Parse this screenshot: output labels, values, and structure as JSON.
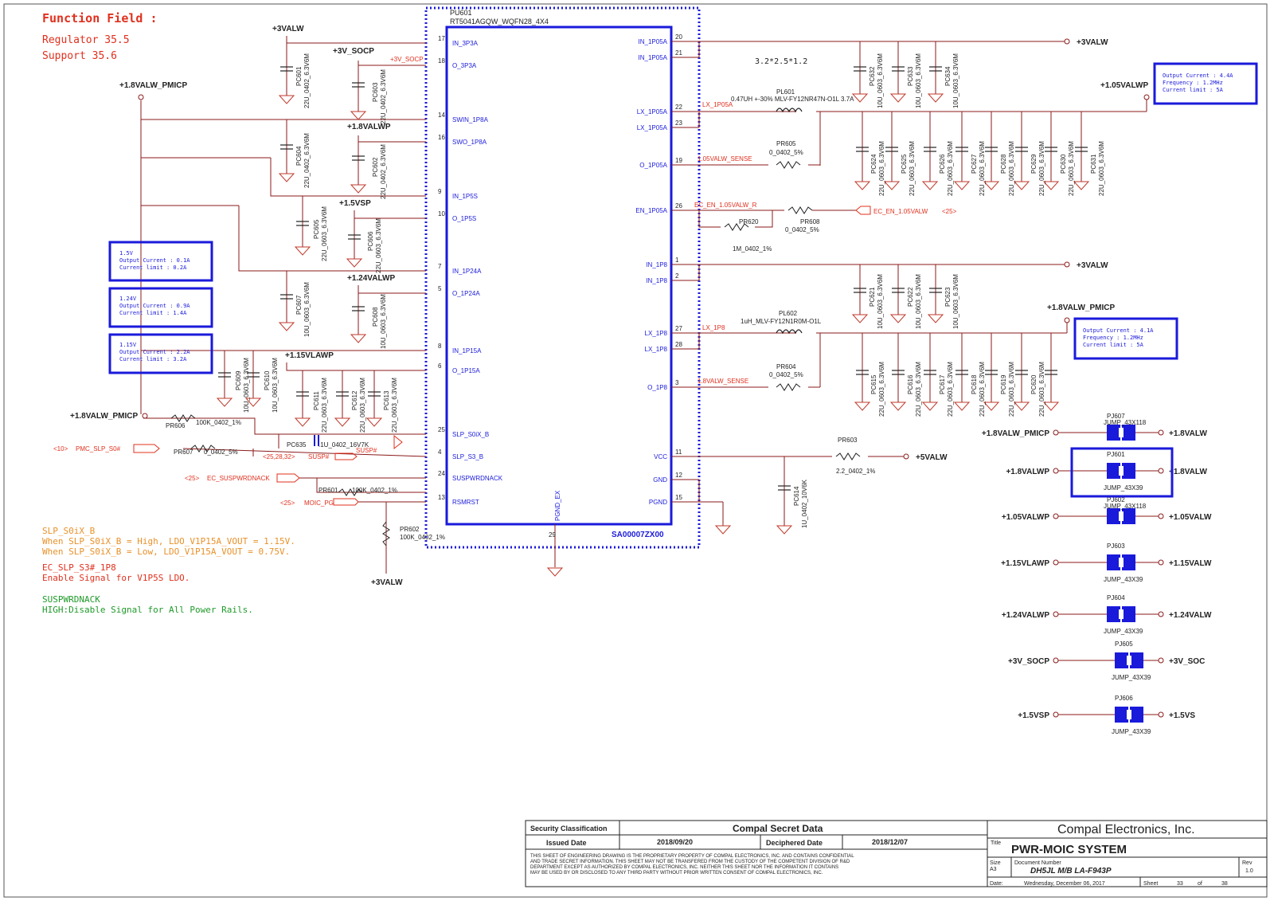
{
  "function_field": {
    "title": "Function Field :",
    "line1": "Regulator 35.5",
    "line2": "Support 35.6"
  },
  "ic": {
    "refdes": "PU601",
    "part": "RT5041AGQW_WQFN28_4X4",
    "order_code": "SA00007ZX00",
    "pgnd_ex": "PGND_EX",
    "left_pins": [
      {
        "num": "17",
        "name": "IN_3P3A"
      },
      {
        "num": "18",
        "name": "O_3P3A"
      },
      {
        "num": "14",
        "name": "SWIN_1P8A"
      },
      {
        "num": "16",
        "name": "SWO_1P8A"
      },
      {
        "num": "9",
        "name": "IN_1P5S"
      },
      {
        "num": "10",
        "name": "O_1P5S"
      },
      {
        "num": "7",
        "name": "IN_1P24A"
      },
      {
        "num": "5",
        "name": "O_1P24A"
      },
      {
        "num": "8",
        "name": "IN_1P15A"
      },
      {
        "num": "6",
        "name": "O_1P15A"
      },
      {
        "num": "25",
        "name": "SLP_S0iX_B"
      },
      {
        "num": "4",
        "name": "SLP_S3_B"
      },
      {
        "num": "24",
        "name": "SUSPWRDNACK"
      },
      {
        "num": "13",
        "name": "RSMRST"
      }
    ],
    "right_pins": [
      {
        "num": "20",
        "name": "IN_1P05A"
      },
      {
        "num": "21",
        "name": "IN_1P05A"
      },
      {
        "num": "22",
        "name": "LX_1P05A"
      },
      {
        "num": "23",
        "name": "LX_1P05A"
      },
      {
        "num": "19",
        "name": "O_1P05A"
      },
      {
        "num": "26",
        "name": "EN_1P05A"
      },
      {
        "num": "1",
        "name": "IN_1P8"
      },
      {
        "num": "2",
        "name": "IN_1P8"
      },
      {
        "num": "27",
        "name": "LX_1P8"
      },
      {
        "num": "28",
        "name": "LX_1P8"
      },
      {
        "num": "3",
        "name": "O_1P8"
      },
      {
        "num": "11",
        "name": "VCC"
      },
      {
        "num": "12",
        "name": "GND"
      },
      {
        "num": "15",
        "name": "PGND"
      }
    ],
    "bottom_pin": "29"
  },
  "rails": {
    "p3valw_top": "+3VALW",
    "p3v_socp": "+3V_SOCP",
    "p3v_socp_net": "+3V_SOCP",
    "p18valw_pmicp": "+1.8VALW_PMICP",
    "p18valwp": "+1.8VALWP",
    "p15vsp": "+1.5VSP",
    "p124valwp": "+1.24VALWP",
    "p115vlawp": "+1.15VLAWP",
    "p3valw_r1": "+3VALW",
    "p105valwp": "+1.05VALWP",
    "p3valw_r2": "+3VALW",
    "p18valw_pmicp_r": "+1.8VALW_PMICP",
    "p5valw": "+5VALW",
    "p3valw_bottom": "+3VALW",
    "pmicp_left": "+1.8VALW_PMICP"
  },
  "caps": [
    {
      "ref": "PC601",
      "val": "22U_0402_6.3V6M"
    },
    {
      "ref": "PC603",
      "val": "22U_0402_6.3V6M"
    },
    {
      "ref": "PC604",
      "val": "22U_0402_6.3V6M"
    },
    {
      "ref": "PC602",
      "val": "22U_0402_6.3V6M"
    },
    {
      "ref": "PC605",
      "val": "22U_0603_6.3V6M"
    },
    {
      "ref": "PC606",
      "val": "22U_0603_6.3V6M"
    },
    {
      "ref": "PC607",
      "val": "10U_0603_6.3V6M"
    },
    {
      "ref": "PC608",
      "val": "10U_0603_6.3V6M"
    },
    {
      "ref": "PC609",
      "val": "10U_0603_6.3V6M"
    },
    {
      "ref": "PC610",
      "val": "10U_0603_6.3V6M"
    },
    {
      "ref": "PC611",
      "val": "22U_0603_6.3V6M"
    },
    {
      "ref": "PC612",
      "val": "22U_0603_6.3V6M"
    },
    {
      "ref": "PC613",
      "val": "22U_0603_6.3V6M"
    },
    {
      "ref": "PC632",
      "val": "10U_0603_6.3V6M"
    },
    {
      "ref": "PC633",
      "val": "10U_0603_6.3V6M"
    },
    {
      "ref": "PC634",
      "val": "10U_0603_6.3V6M"
    },
    {
      "ref": "PC624",
      "val": "22U_0603_6.3V6M"
    },
    {
      "ref": "PC625",
      "val": "22U_0603_6.3V6M"
    },
    {
      "ref": "PC626",
      "val": "22U_0603_6.3V6M"
    },
    {
      "ref": "PC627",
      "val": "22U_0603_6.3V6M"
    },
    {
      "ref": "PC628",
      "val": "22U_0603_6.3V6M"
    },
    {
      "ref": "PC629",
      "val": "22U_0603_6.3V6M"
    },
    {
      "ref": "PC630",
      "val": "22U_0603_6.3V6M"
    },
    {
      "ref": "PC631",
      "val": "22U_0603_6.3V6M"
    },
    {
      "ref": "PC621",
      "val": "10U_0603_6.3V6M"
    },
    {
      "ref": "PC622",
      "val": "10U_0603_6.3V6M"
    },
    {
      "ref": "PC623",
      "val": "10U_0603_6.3V6M"
    },
    {
      "ref": "PC615",
      "val": "22U_0603_6.3V6M"
    },
    {
      "ref": "PC616",
      "val": "22U_0603_6.3V6M"
    },
    {
      "ref": "PC617",
      "val": "22U_0603_6.3V6M"
    },
    {
      "ref": "PC618",
      "val": "22U_0603_6.3V6M"
    },
    {
      "ref": "PC619",
      "val": "22U_0603_6.3V6M"
    },
    {
      "ref": "PC620",
      "val": "22U_0603_6.3V6M"
    },
    {
      "ref": "PC614",
      "val": "1U_0402_10V6K"
    }
  ],
  "inductors": {
    "pl601_ref": "PL601",
    "pl601_val": "0.47UH +-30% MLV-FY12NR47N-O1L 3.7A",
    "pl602_ref": "PL602",
    "pl602_val": "1uH_MLV-FY12N1R0M-O1L",
    "size_note": "3.2*2.5*1.2"
  },
  "resistors": {
    "pr605_ref": "PR605",
    "pr605_val": "0_0402_5%",
    "pr604_ref": "PR604",
    "pr604_val": "0_0402_5%",
    "pr620_ref": "PR620",
    "pr620_val": "1M_0402_1%",
    "pr608_ref": "PR608",
    "pr608_val": "0_0402_5%",
    "pr603_ref": "PR603",
    "pr603_val": "2.2_0402_1%",
    "pr606_ref": "PR606",
    "pr606_val": "100K_0402_1%",
    "pr607_ref": "PR607",
    "pr607_val": "0_0402_5%",
    "pr601_ref": "PR601",
    "pr601_val": "100K_0402_1%",
    "pr602_ref": "PR602",
    "pr602_val": "100K_0402_1%",
    "pc635_ref": "PC635",
    "pc635_val": ".1U_0402_16V7K"
  },
  "nets": {
    "lx_1p05a": "LX_1P05A",
    "sense105": "1.05VALW_SENSE",
    "ec_en_r": "EC_EN_1.05VALW_R",
    "ec_en": "EC_EN_1.05VALW",
    "ec_en_page": "<25>",
    "lx_1p8": "LX_1P8",
    "sense18": "1.8VALW_SENSE",
    "pmc_slp": "PMC_SLP_S0#",
    "pmc_page": "<10>",
    "susp": "SUSP#",
    "susp_page": "<25,28,32>",
    "susp_r": "SUSP#",
    "ec_suspwr": "EC_SUSPWRDNACK",
    "ec_suspwr_page": "<25>",
    "moic_pg": "MOIC_PG",
    "moic_pg_page": "<25>"
  },
  "spec_boxes": {
    "b15_l1": "1.5V",
    "b15_l2": "Output Current : 0.1A",
    "b15_l3": "Current limit : 0.2A",
    "b124_l1": "1.24V",
    "b124_l2": "Output Current : 0.9A",
    "b124_l3": "Current limit : 1.4A",
    "b115_l1": "1.15V",
    "b115_l2": "Output Current : 2.2A",
    "b115_l3": "Current limit : 3.2A",
    "b105_l1": "Output Current : 4.4A",
    "b105_l2": "Frequency : 1.2MHz",
    "b105_l3": "Current limit : 5A",
    "b18_l1": "Output Current : 4.1A",
    "b18_l2": "Frequency : 1.2MHz",
    "b18_l3": "Current limit : 5A"
  },
  "notes": {
    "n1": "SLP_S0iX_B",
    "n2": "When SLP_S0iX_B = High, LDO_V1P15A_VOUT = 1.15V.",
    "n3": "When SLP_S0iX_B = Low, LDO_V1P15A_VOUT = 0.75V.",
    "n4": "EC_SLP_S3#_1P8",
    "n5": "Enable Signal for V1P5S LDO.",
    "n6": "SUSPWRDNACK",
    "n7": "HIGH:Disable Signal for All Power Rails."
  },
  "jumpers": [
    {
      "ref": "PJ607",
      "val": "JUMP_43X118",
      "left": "+1.8VALW_PMICP",
      "right": "+1.8VALW"
    },
    {
      "ref": "PJ601",
      "val": "JUMP_43X39",
      "left": "+1.8VALWP",
      "right": "+1.8VALW"
    },
    {
      "ref": "PJ602",
      "val": "JUMP_43X118",
      "left": "+1.05VALWP",
      "right": "+1.05VALW"
    },
    {
      "ref": "PJ603",
      "val": "JUMP_43X39",
      "left": "+1.15VLAWP",
      "right": "+1.15VALW"
    },
    {
      "ref": "PJ604",
      "val": "JUMP_43X39",
      "left": "+1.24VALWP",
      "right": "+1.24VALW"
    },
    {
      "ref": "PJ605",
      "val": "JUMP_43X39",
      "left": "+3V_SOCP",
      "right": "+3V_SOC"
    },
    {
      "ref": "PJ606",
      "val": "JUMP_43X39",
      "left": "+1.5VSP",
      "right": "+1.5VS"
    }
  ],
  "title_block": {
    "security_label": "Security Classification",
    "security_value": "Compal Secret Data",
    "issued_label": "Issued Date",
    "issued_value": "2018/09/20",
    "deciphered_label": "Deciphered Date",
    "deciphered_value": "2018/12/07",
    "company": "Compal Electronics, Inc.",
    "title_label": "Title",
    "title": "PWR-MOIC SYSTEM",
    "size_label": "Size",
    "size_value": "A3",
    "docnum_label": "Document Number",
    "docnum": "DH5JL M/B LA-F943P",
    "rev_label": "Rev",
    "rev": "1.0",
    "date_label": "Date:",
    "date": "Wednesday, December 06, 2017",
    "sheet_label": "Sheet",
    "sheet": "33",
    "of_label": "of",
    "total": "38",
    "disclaimer1": "THIS SHEET OF ENGINEERING DRAWING IS THE PROPRIETARY PROPERTY OF COMPAL ELECTRONICS, INC. AND CONTAINS CONFIDENTIAL",
    "disclaimer2": "AND TRADE SECRET INFORMATION. THIS SHEET MAY NOT BE TRANSFERED FROM THE CUSTODY OF THE COMPETENT DIVISION OF R&D",
    "disclaimer3": "DEPARTMENT EXCEPT AS AUTHORIZED BY COMPAL ELECTRONICS, INC. NEITHER THIS SHEET NOR THE INFORMATION IT CONTAINS",
    "disclaimer4": "MAY BE USED BY OR DISCLOSED TO ANY THIRD PARTY WITHOUT PRIOR WRITTEN CONSENT OF COMPAL ELECTRONICS, INC."
  },
  "colors": {
    "ink": "#222222",
    "wire": "#8b1a1a",
    "blue": "#1a1adb",
    "red": "#e0301e",
    "orange": "#e8912a",
    "green": "#1f9a2a"
  }
}
